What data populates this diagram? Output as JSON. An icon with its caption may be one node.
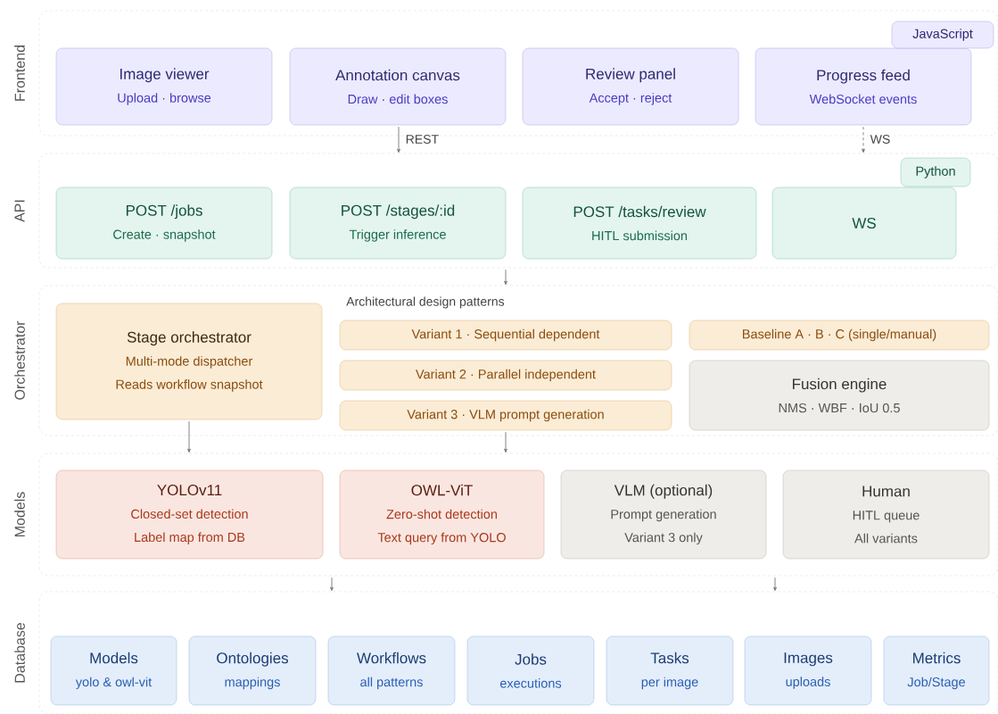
{
  "diagram": {
    "nodes": [
      {
        "text": [
          "Frontend"
        ]
      },
      {
        "text": [
          "Image viewer",
          "Upload · browse"
        ],
        "in": 0
      },
      {
        "text": [
          "Annotation canvas",
          "Draw · edit boxes"
        ],
        "in": 0
      },
      {
        "text": [
          "Review panel",
          "Accept · reject"
        ],
        "in": 0
      },
      {
        "text": [
          "Progress feed",
          "WebSocket events"
        ],
        "in": 0
      },
      {
        "text": [
          "JavaScript"
        ],
        "in": 0
      },
      {
        "text": [
          "API"
        ]
      },
      {
        "text": [
          "POST /jobs",
          "Create · snapshot"
        ],
        "in": 6
      },
      {
        "text": [
          "POST /stages/:id",
          "Trigger inference"
        ],
        "in": 6
      },
      {
        "text": [
          "POST /tasks/review",
          "HITL submission"
        ],
        "in": 6
      },
      {
        "text": [
          "WS"
        ],
        "in": 6
      },
      {
        "text": [
          "Python"
        ],
        "in": 6
      },
      {
        "text": [
          "Orchestrator"
        ]
      },
      {
        "text": [
          "Stage orchestrator",
          "Multi-mode dispatcher",
          "Reads workflow snapshot"
        ],
        "in": 12
      },
      {
        "text": [
          "Variant 1 · Sequential dependent"
        ],
        "in": 12
      },
      {
        "text": [
          "Variant 2 · Parallel independent"
        ],
        "in": 12
      },
      {
        "text": [
          "Variant 3 · VLM prompt generation"
        ],
        "in": 12
      },
      {
        "text": [
          "Baseline A · B · C (single/manual)"
        ],
        "in": 12
      },
      {
        "text": [
          "Fusion engine",
          "NMS · WBF · IoU 0.5"
        ],
        "in": 12
      },
      {
        "text": [
          "Models"
        ]
      },
      {
        "text": [
          "YOLOv11",
          "Closed-set detection",
          "Label map from DB"
        ],
        "in": 19
      },
      {
        "text": [
          "OWL-ViT",
          "Zero-shot detection",
          "Text query from YOLO"
        ],
        "in": 19
      },
      {
        "text": [
          "VLM (optional)",
          "Prompt generation",
          "Variant 3 only"
        ],
        "in": 19
      },
      {
        "text": [
          "Human",
          "HITL queue",
          "All variants"
        ],
        "in": 19
      },
      {
        "text": [
          "Database"
        ]
      },
      {
        "text": [
          "Models",
          "yolo & owl-vit"
        ],
        "in": 24
      },
      {
        "text": [
          "Ontologies",
          "mappings"
        ],
        "in": 24
      },
      {
        "text": [
          "Workflows",
          "all patterns"
        ],
        "in": 24
      },
      {
        "text": [
          "Jobs",
          "executions"
        ],
        "in": 24
      },
      {
        "text": [
          "Tasks",
          "per image"
        ],
        "in": 24
      },
      {
        "text": [
          "Images",
          "uploads"
        ],
        "in": 24
      },
      {
        "text": [
          "Metrics",
          "Job/Stage"
        ],
        "in": 24
      }
    ],
    "edges": [
      {
        "from": 2,
        "to": 6,
        "arrow": "to",
        "label": "REST"
      },
      {
        "from": 4,
        "to": 6,
        "arrow": "to",
        "label": "WS",
        "style": "dashed"
      },
      {
        "from": 6,
        "to": 12,
        "arrow": "to"
      },
      {
        "from": 13,
        "to": 19,
        "arrow": "to"
      },
      {
        "from": 16,
        "to": 19,
        "arrow": "to"
      },
      {
        "from": 19,
        "to": 24,
        "arrow": "to"
      },
      {
        "from": 19,
        "to": 24,
        "arrow": "to"
      }
    ],
    "labels": [
      "Architectural design patterns"
    ]
  }
}
